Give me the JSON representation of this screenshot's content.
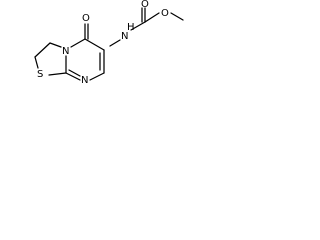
{
  "molecule": {
    "atoms": {
      "carbonyl_oxygen_top": "O",
      "methoxy_oxygen": "O",
      "ring_carbonyl_oxygen": "O",
      "amide_nitrogen": "N",
      "amide_hydrogen": "H",
      "bridgehead_nitrogen": "N",
      "ring_nitrogen": "N",
      "sulfur": "S"
    }
  }
}
